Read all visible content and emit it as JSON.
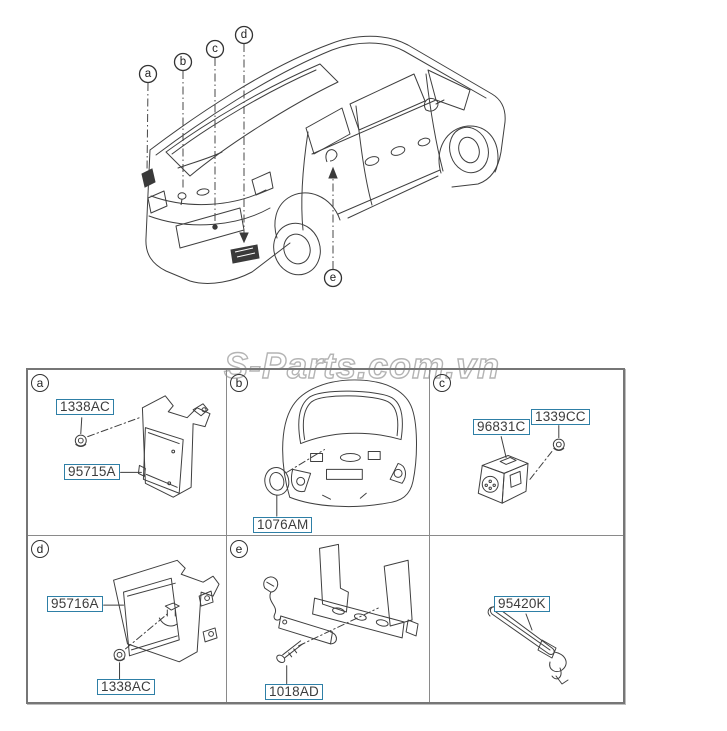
{
  "watermark": {
    "text": "S-Parts.com.vn"
  },
  "colors": {
    "label_border": "#2e7fa6",
    "label_text": "#3c3c3c",
    "line": "#3f3f3f",
    "callout": "#333333",
    "table_border": "#767676",
    "grid_line": "#8a8a8a",
    "watermark": "#b4b4b4",
    "paper": "#ffffff"
  },
  "diagram": {
    "description": "minivan-rear-three-quarter-view",
    "callouts": [
      {
        "letter": "a"
      },
      {
        "letter": "b"
      },
      {
        "letter": "c"
      },
      {
        "letter": "d"
      },
      {
        "letter": "e"
      }
    ]
  },
  "grid": {
    "cells": [
      {
        "letter": "a",
        "parts": [
          {
            "number": "1338AC"
          },
          {
            "number": "95715A"
          }
        ]
      },
      {
        "letter": "b",
        "parts": [
          {
            "number": "1076AM"
          }
        ]
      },
      {
        "letter": "c",
        "parts": [
          {
            "number": "96831C"
          },
          {
            "number": "1339CC"
          }
        ]
      },
      {
        "letter": "d",
        "parts": [
          {
            "number": "95716A"
          },
          {
            "number": "1338AC"
          }
        ]
      },
      {
        "letter": "e",
        "parts": [
          {
            "number": "1018AD"
          }
        ]
      },
      {
        "letter": "",
        "parts": [
          {
            "number": "95420K"
          }
        ]
      }
    ]
  }
}
